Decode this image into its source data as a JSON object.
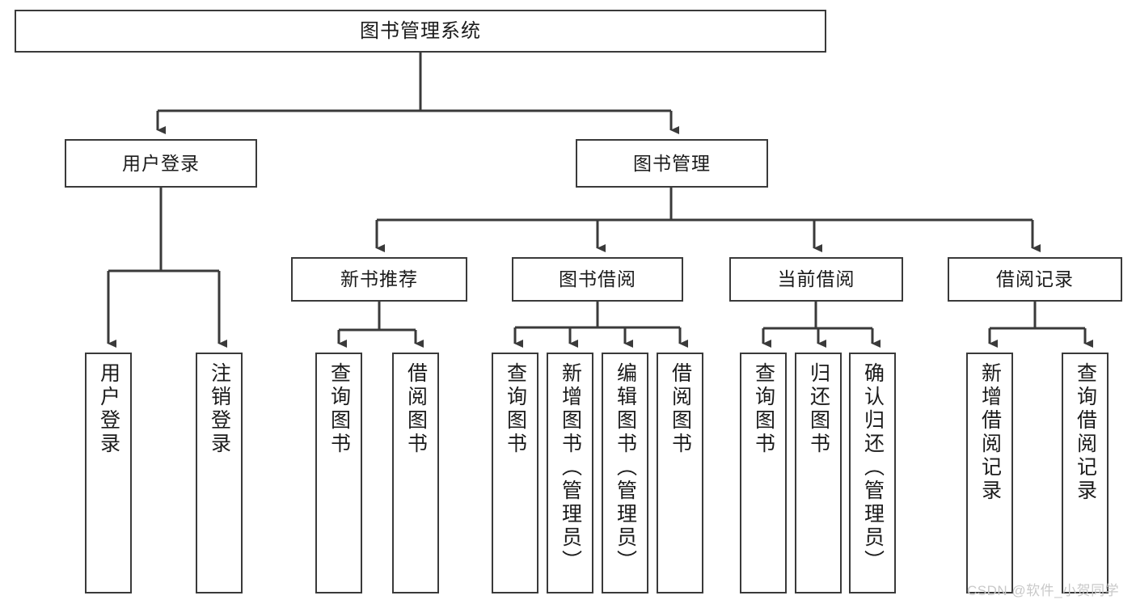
{
  "diagram": {
    "type": "tree-hierarchy",
    "title": "图书管理系统",
    "root": {
      "label": "图书管理系统"
    },
    "level1": [
      {
        "label": "用户登录"
      },
      {
        "label": "图书管理"
      }
    ],
    "level2": [
      {
        "label": "新书推荐"
      },
      {
        "label": "图书借阅"
      },
      {
        "label": "当前借阅"
      },
      {
        "label": "借阅记录"
      }
    ],
    "leaves": {
      "user_login": [
        {
          "label": "用户登录"
        },
        {
          "label": "注销登录"
        }
      ],
      "new_book_recommend": [
        {
          "label": "查询图书"
        },
        {
          "label": "借阅图书"
        }
      ],
      "book_borrow": [
        {
          "label": "查询图书"
        },
        {
          "label": "新增图书（管理员）"
        },
        {
          "label": "编辑图书（管理员）"
        },
        {
          "label": "借阅图书"
        }
      ],
      "current_borrow": [
        {
          "label": "查询图书"
        },
        {
          "label": "归还图书"
        },
        {
          "label": "确认归还（管理员）"
        }
      ],
      "borrow_record": [
        {
          "label": "新增借阅记录"
        },
        {
          "label": "查询借阅记录"
        }
      ]
    }
  },
  "watermark": {
    "text": "CSDN @软件_小贺同学"
  },
  "colors": {
    "stroke": "#3a3a3a",
    "text": "#1b1b1b",
    "background": "#ffffff",
    "watermark": "#c9c9c9"
  }
}
